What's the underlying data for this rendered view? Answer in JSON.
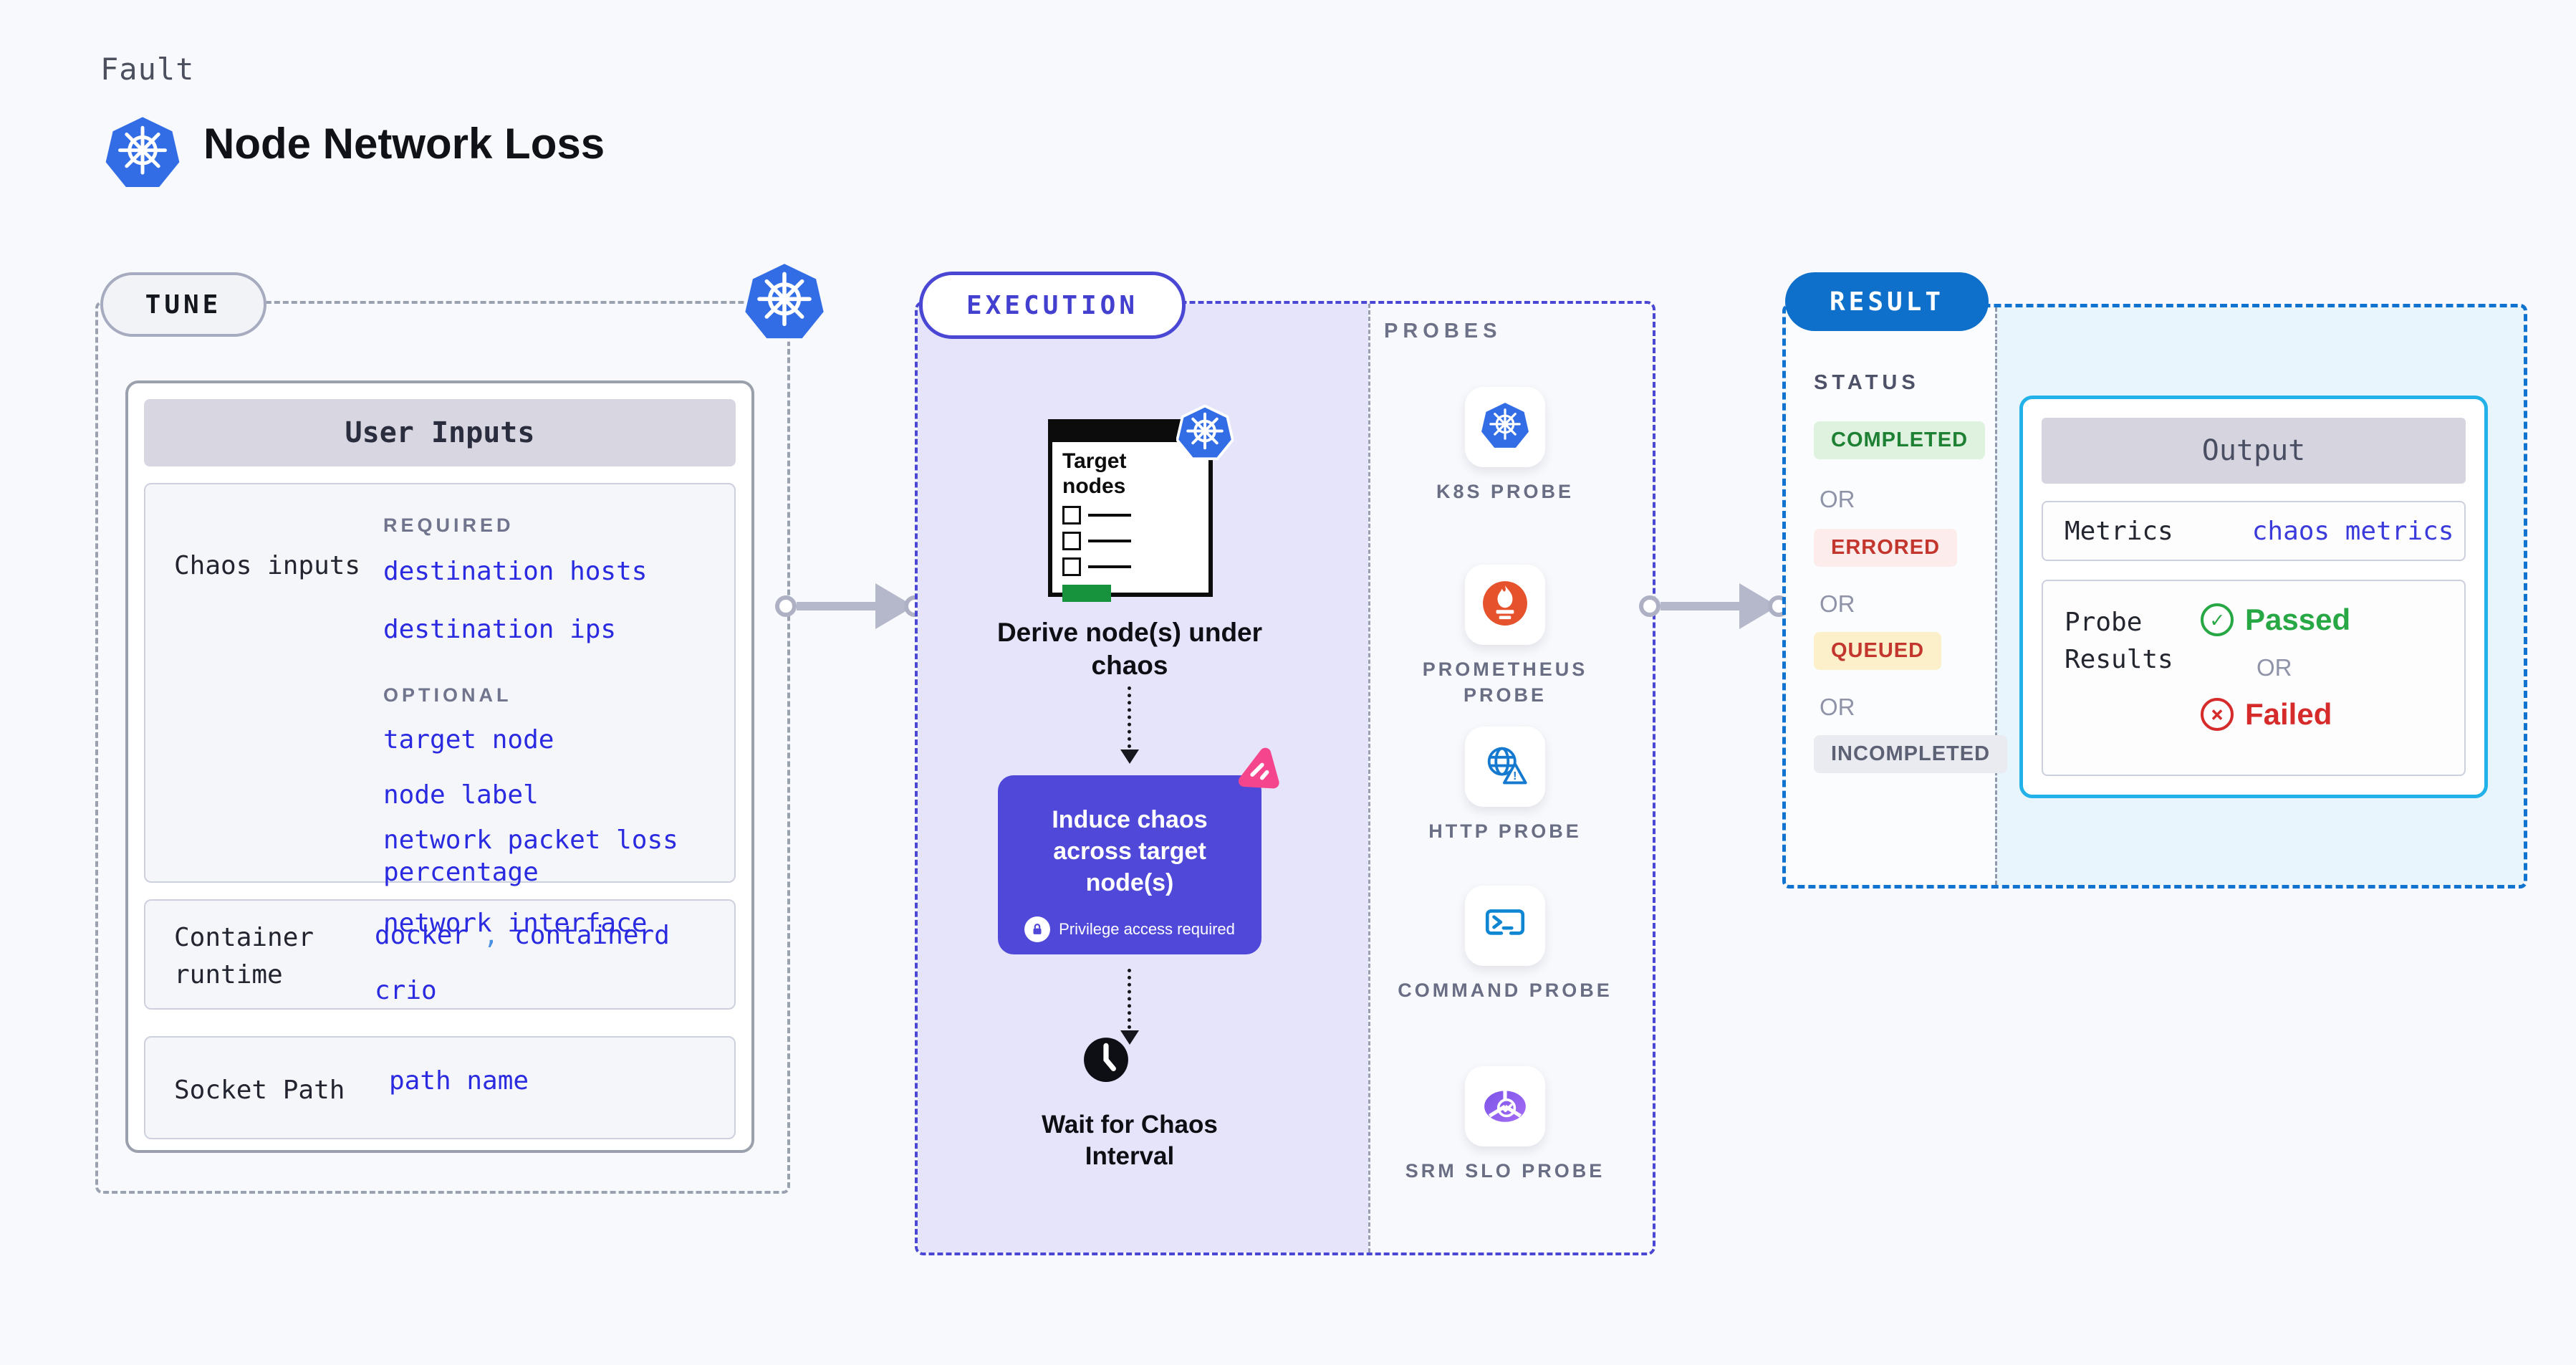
{
  "colors": {
    "page_bg": "#f8f9fc",
    "kubernetes_blue": "#326de6",
    "execution_indigo": "#4a47d4",
    "execution_area_bg": "#e5e4fa",
    "induce_box_bg": "#4f48d9",
    "result_blue": "#0f70cb",
    "output_border_cyan": "#22b1e8",
    "output_area_bg": "#e9f5fc",
    "value_blue": "#2a2ae0",
    "passed_green": "#28a745",
    "failed_red": "#d62b2b",
    "prometheus_orange": "#e6522c",
    "chaos_pink": "#f5458c",
    "muted_label_gray": "#6e7288"
  },
  "header": {
    "kicker": "Fault",
    "title": "Node Network Loss"
  },
  "tune": {
    "badge": "TUNE",
    "user_inputs": {
      "title": "User Inputs",
      "chaos_label": "Chaos inputs",
      "required_tag": "REQUIRED",
      "required": [
        "destination hosts",
        "destination ips"
      ],
      "optional_tag": "OPTIONAL",
      "optional": [
        "target node",
        "node label",
        "network packet loss percentage",
        "network interface"
      ],
      "runtime_label": "Container runtime",
      "runtime": [
        "docker",
        "containerd",
        "crio"
      ],
      "runtime_comma": ",",
      "socket_label": "Socket Path",
      "socket_value": "path name"
    }
  },
  "execution": {
    "badge": "EXECUTION",
    "target_nodes": "Target nodes",
    "step_derive": "Derive node(s) under chaos",
    "step_induce": "Induce chaos across target node(s)",
    "privilege": "Privilege access required",
    "step_wait": "Wait for Chaos Interval"
  },
  "probes": {
    "title": "PROBES",
    "items": [
      {
        "label": "K8S PROBE",
        "icon": "kubernetes-icon"
      },
      {
        "label": "PROMETHEUS PROBE",
        "icon": "prometheus-icon"
      },
      {
        "label": "HTTP PROBE",
        "icon": "http-globe-warning-icon"
      },
      {
        "label": "COMMAND PROBE",
        "icon": "terminal-icon"
      },
      {
        "label": "SRM SLO PROBE",
        "icon": "slo-donut-check-icon"
      }
    ]
  },
  "result": {
    "badge": "RESULT",
    "status_title": "STATUS",
    "or_label": "OR",
    "statuses": [
      {
        "label": "COMPLETED",
        "fg": "#1d8033",
        "bg": "#def2df"
      },
      {
        "label": "ERRORED",
        "fg": "#c3362d",
        "bg": "#fdecec"
      },
      {
        "label": "QUEUED",
        "fg": "#c3362d",
        "bg": "#fcf0cb"
      },
      {
        "label": "INCOMPLETED",
        "fg": "#5d6174",
        "bg": "#eaeaf1"
      }
    ],
    "output": {
      "title": "Output",
      "metrics_label": "Metrics",
      "metrics_value": "chaos metrics",
      "probe_results_label": "Probe Results",
      "passed": "Passed",
      "failed": "Failed"
    }
  }
}
